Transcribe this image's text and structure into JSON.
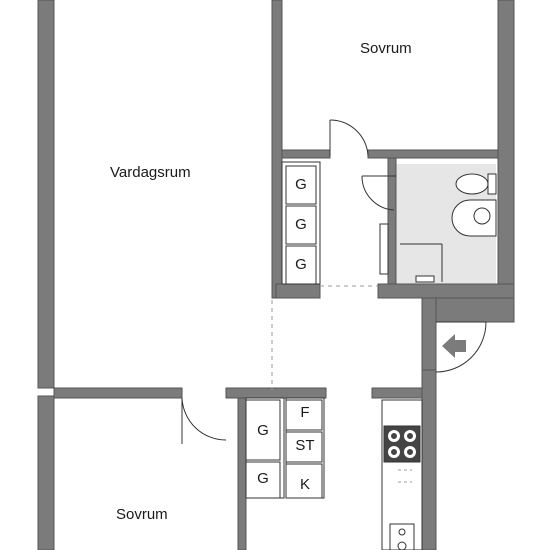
{
  "rooms": {
    "sovrum_top": "Sovrum",
    "vardagsrum": "Vardagsrum",
    "sovrum_bottom": "Sovrum"
  },
  "cabinets": {
    "hall_1": "G",
    "hall_2": "G",
    "hall_3": "G",
    "lower_1": "G",
    "lower_2": "G",
    "freezer": "F",
    "stove_cab": "ST",
    "fridge": "K"
  },
  "colors": {
    "wall": "#7b7b7b",
    "wall_edge": "#555555",
    "bathroom_floor": "#e6e6e6",
    "line": "#333333",
    "dash": "#999999"
  },
  "icons": [
    "entrance-arrow-icon",
    "toilet-icon",
    "washbasin-icon",
    "stove-icon",
    "sink-icon",
    "door-swing-icon"
  ]
}
